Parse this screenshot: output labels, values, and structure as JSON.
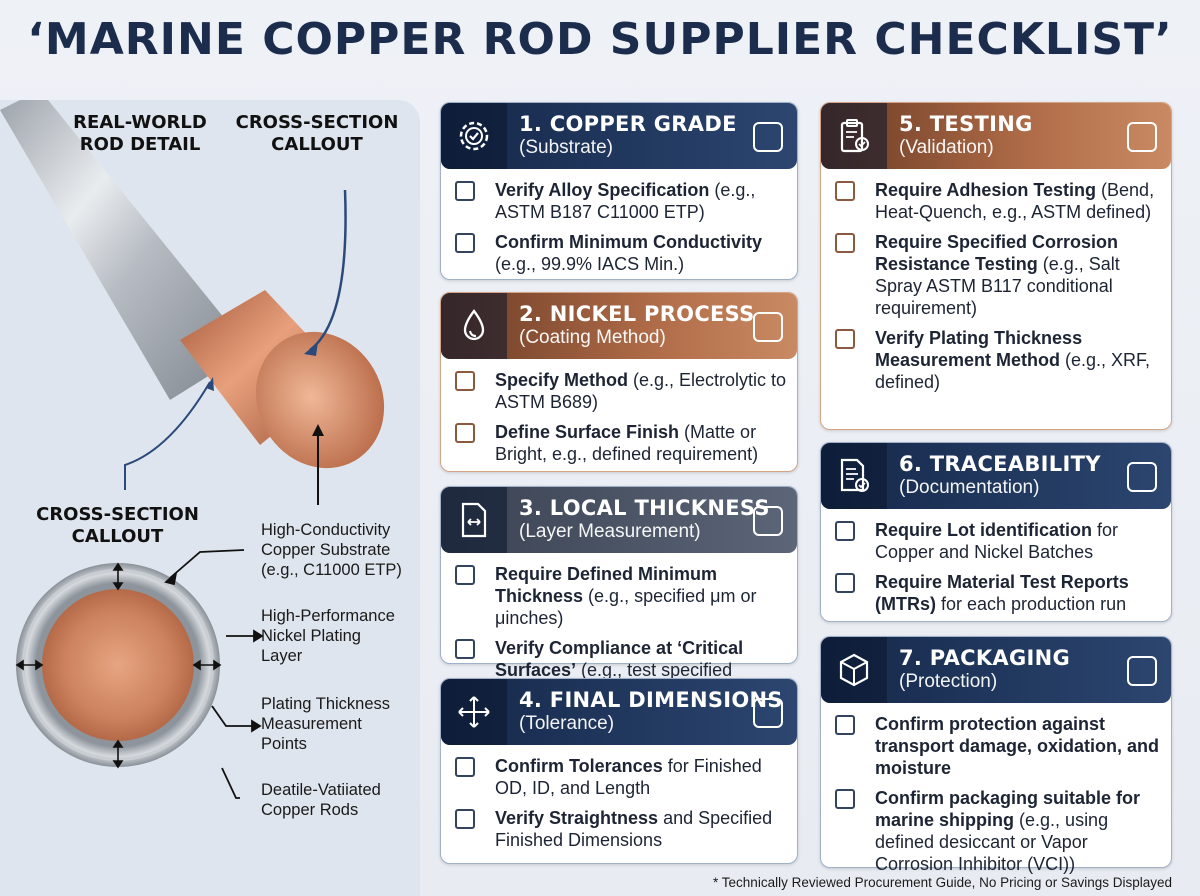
{
  "title": "‘MARINE COPPER ROD SUPPLIER CHECKLIST’",
  "left": {
    "real_world": [
      "REAL-WORLD",
      "ROD DETAIL"
    ],
    "cross_top": [
      "CROSS-SECTION",
      "CALLOUT"
    ],
    "cross_mid": [
      "CROSS-SECTION",
      "CALLOUT"
    ],
    "annotations": [
      [
        "High-Conductivity",
        "Copper Substrate",
        "(e.g., C11000 ETP)"
      ],
      [
        "High-Performance",
        "Nickel Plating",
        "Layer"
      ],
      [
        "Plating Thickness",
        "Measurement",
        "Points"
      ],
      [
        "Deatile-Vatiiated",
        "Copper Rods"
      ]
    ]
  },
  "cards": [
    {
      "title": "1. COPPER GRADE",
      "sub": "(Substrate)",
      "icon": "gear-check-icon",
      "style": "navy",
      "items": [
        [
          "Verify Alloy Specification",
          " (e.g., ASTM B187 C11000 ETP)"
        ],
        [
          "Confirm Minimum Conductivity",
          " (e.g., 99.9% IACS Min.)"
        ]
      ]
    },
    {
      "title": "2. NICKEL PROCESS",
      "sub": "(Coating Method)",
      "icon": "plating-drop-icon",
      "style": "cu",
      "items": [
        [
          "Specify Method",
          " (e.g., Electrolytic to ASTM B689)"
        ],
        [
          "Define Surface Finish",
          " (Matte or Bright, e.g., defined requirement)"
        ]
      ]
    },
    {
      "title": "3. LOCAL THICKNESS",
      "sub": "(Layer Measurement)",
      "icon": "document-measure-icon",
      "style": "slate",
      "items": [
        [
          "Require Defined Minimum Thickness",
          " (e.g., specified μm or μinches)"
        ],
        [
          "Verify Compliance at ‘Critical Surfaces’",
          " (e.g., test specified points)"
        ]
      ]
    },
    {
      "title": "4. FINAL DIMENSIONS",
      "sub": "(Tolerance)",
      "icon": "dimension-arrows-icon",
      "style": "navy",
      "items": [
        [
          "Confirm Tolerances",
          " for Finished OD, ID, and Length"
        ],
        [
          "Verify Straightness",
          " and Specified Finished Dimensions"
        ]
      ]
    },
    {
      "title": "5. TESTING",
      "sub": "(Validation)",
      "icon": "clipboard-check-icon",
      "style": "cu",
      "items": [
        [
          "Require Adhesion Testing",
          " (Bend, Heat-Quench, e.g., ASTM defined)"
        ],
        [
          "Require Specified Corrosion Resistance Testing",
          " (e.g., Salt Spray ASTM B117 conditional requirement)"
        ],
        [
          "Verify Plating Thickness Measurement Method",
          " (e.g., XRF, defined)"
        ]
      ]
    },
    {
      "title": "6. TRACEABILITY",
      "sub": "(Documentation)",
      "icon": "document-check-icon",
      "style": "navy",
      "items": [
        [
          "Require Lot identification",
          " for Copper and Nickel Batches"
        ],
        [
          "Require Material Test Reports (MTRs)",
          " for each production run"
        ]
      ]
    },
    {
      "title": "7. PACKAGING",
      "sub": "(Protection)",
      "icon": "package-box-icon",
      "style": "navy",
      "items": [
        [
          "Confirm protection against transport damage, oxidation, and moisture",
          ""
        ],
        [
          "Confirm packaging suitable for marine shipping",
          " (e.g., using defined desiccant or Vapor Corrosion Inhibitor (VCI))"
        ]
      ]
    }
  ],
  "footer": "* Technically Reviewed Procurement Guide, No Pricing or Savings Displayed"
}
